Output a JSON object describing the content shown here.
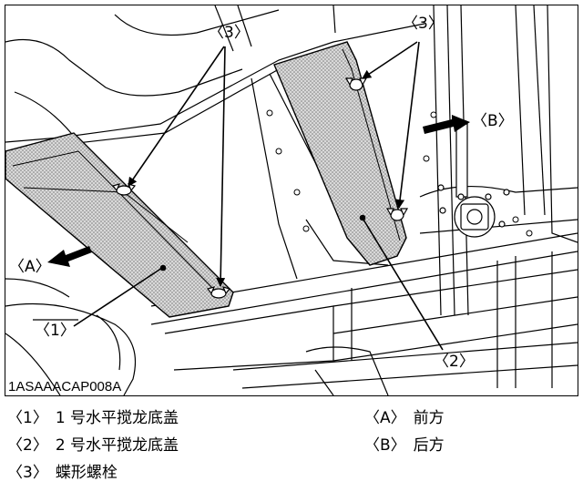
{
  "figure": {
    "code": "1ASAAACAP008A",
    "callouts": {
      "c1": "〈1〉",
      "c2": "〈2〉",
      "c3_left": "〈3〉",
      "c3_right": "〈3〉",
      "cA": "〈A〉",
      "cB": "〈B〉"
    }
  },
  "legend": {
    "items": [
      {
        "key": "〈1〉",
        "text": "1 号水平搅龙底盖"
      },
      {
        "key": "〈2〉",
        "text": "2 号水平搅龙底盖"
      },
      {
        "key": "〈3〉",
        "text": "蝶形螺栓"
      },
      {
        "key": "〈A〉",
        "text": "前方"
      },
      {
        "key": "〈B〉",
        "text": "后方"
      }
    ]
  }
}
